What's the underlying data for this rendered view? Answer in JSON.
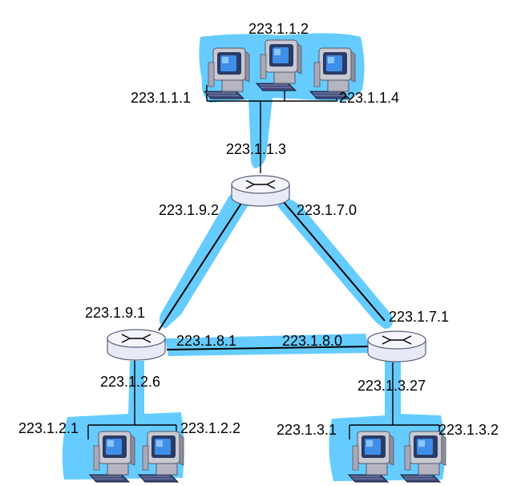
{
  "colors": {
    "subnet_fill": "#66ccff",
    "link": "#000000",
    "router_body": "#e8eaf5",
    "router_top": "#f4f5fb",
    "router_outline": "#5a5e7a",
    "monitor_body": "#c9c9d2",
    "screen": "#2a3c66",
    "screen_glow": "#3f8fe8",
    "keyboard": "#3d4878"
  },
  "icons": [
    "router-icon",
    "computer-icon"
  ],
  "labels": {
    "top_host_center": "223.1.1.2",
    "top_host_left": "223.1.1.1",
    "top_host_right": "223.1.1.4",
    "top_router_down": "223.1.1.3",
    "top_router_left": "223.1.9.2",
    "top_router_right": "223.1.7.0",
    "left_router_up": "223.1.9.1",
    "left_router_right": "223.1.8.1",
    "right_router_left": "223.1.8.0",
    "right_router_up": "223.1.7.1",
    "left_router_down": "223.1.2.6",
    "bottom_left_host_1": "223.1.2.1",
    "bottom_left_host_2": "223.1.2.2",
    "right_router_down": "223.1.3.27",
    "bottom_right_host_1": "223.1.3.1",
    "bottom_right_host_2": "223.1.3.2"
  }
}
